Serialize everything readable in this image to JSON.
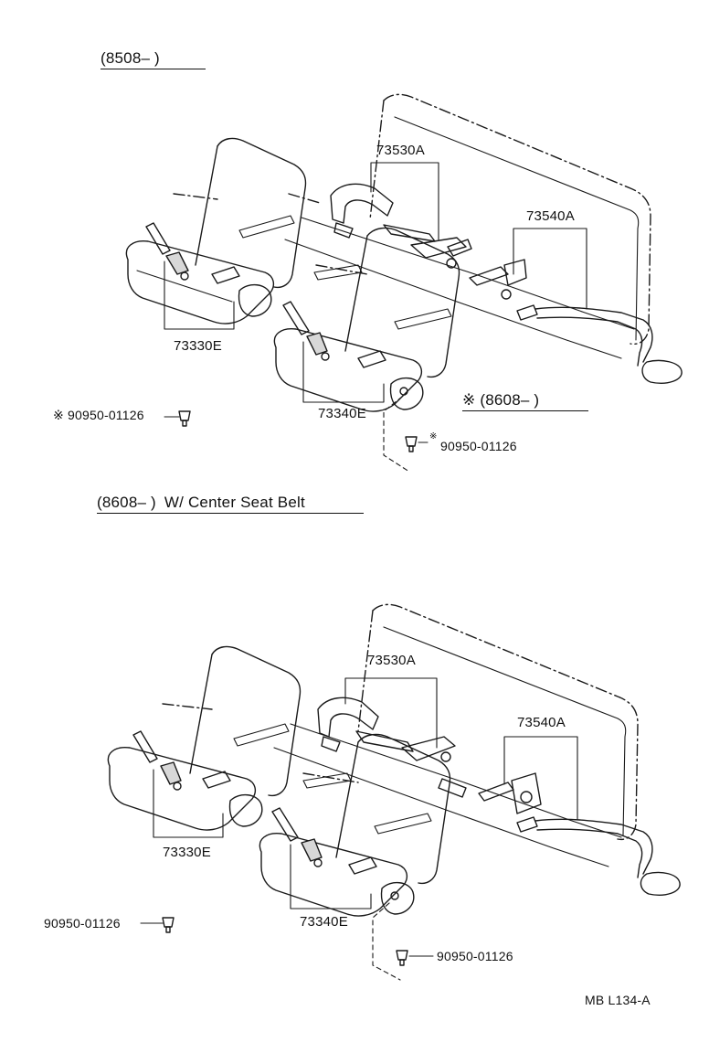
{
  "top_section": {
    "header": "(8508–        )",
    "labels": {
      "p73530": "73530A",
      "p73540": "73540A",
      "p73330": "73330E",
      "p73340": "73340E",
      "bolt_left": "※ 90950-01126",
      "bolt_right_mark": "※",
      "bolt_right": "90950-01126",
      "variant_note": "※ (8608–        )"
    }
  },
  "bottom_section": {
    "header_code": "(8608–        )",
    "header_text": "W/ Center Seat Belt",
    "labels": {
      "p73530": "73530A",
      "p73540": "73540A",
      "p73330": "73330E",
      "p73340": "73340E",
      "bolt_left": "90950-01126",
      "bolt_right": "90950-01126"
    }
  },
  "footer": {
    "figure_code": "MB  L134-A"
  }
}
